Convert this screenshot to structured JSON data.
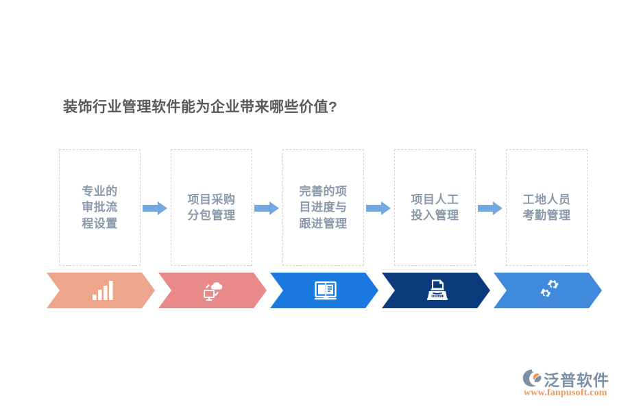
{
  "page": {
    "title": "装饰行业管理软件能为企业带来哪些价值?",
    "background_color": "#ffffff",
    "title_color": "#58595b"
  },
  "flow": {
    "connector_color": "#74a9e0",
    "box_border_color": "#cfd3d8",
    "step_label_color": "#8a9aac",
    "steps": [
      {
        "label": "专业的\n审批流\n程设置",
        "index": 1
      },
      {
        "label": "项目采购\n分包管理",
        "index": 2
      },
      {
        "label": "完善的项\n目进度与\n跟进管理",
        "index": 3
      },
      {
        "label": "项目人工\n投入管理",
        "index": 4
      },
      {
        "label": "工地人员\n考勤管理",
        "index": 5
      }
    ]
  },
  "chevrons": [
    {
      "icon": "bar-chart-icon",
      "color": "#eda58c"
    },
    {
      "icon": "cloud-computer-icon",
      "color": "#e98a8a"
    },
    {
      "icon": "open-book-icon",
      "color": "#1a7ae0"
    },
    {
      "icon": "typewriter-icon",
      "color": "#0b3b7d"
    },
    {
      "icon": "gears-icon",
      "color": "#3f8adc"
    }
  ],
  "logo": {
    "name": "泛普软件",
    "url": "www.fanpusoft.com",
    "mark_color": "#7b8fa6",
    "mark_accent_color": "#f0954f",
    "text_color": "#7b8fa6",
    "url_color": "#eb9a63"
  }
}
